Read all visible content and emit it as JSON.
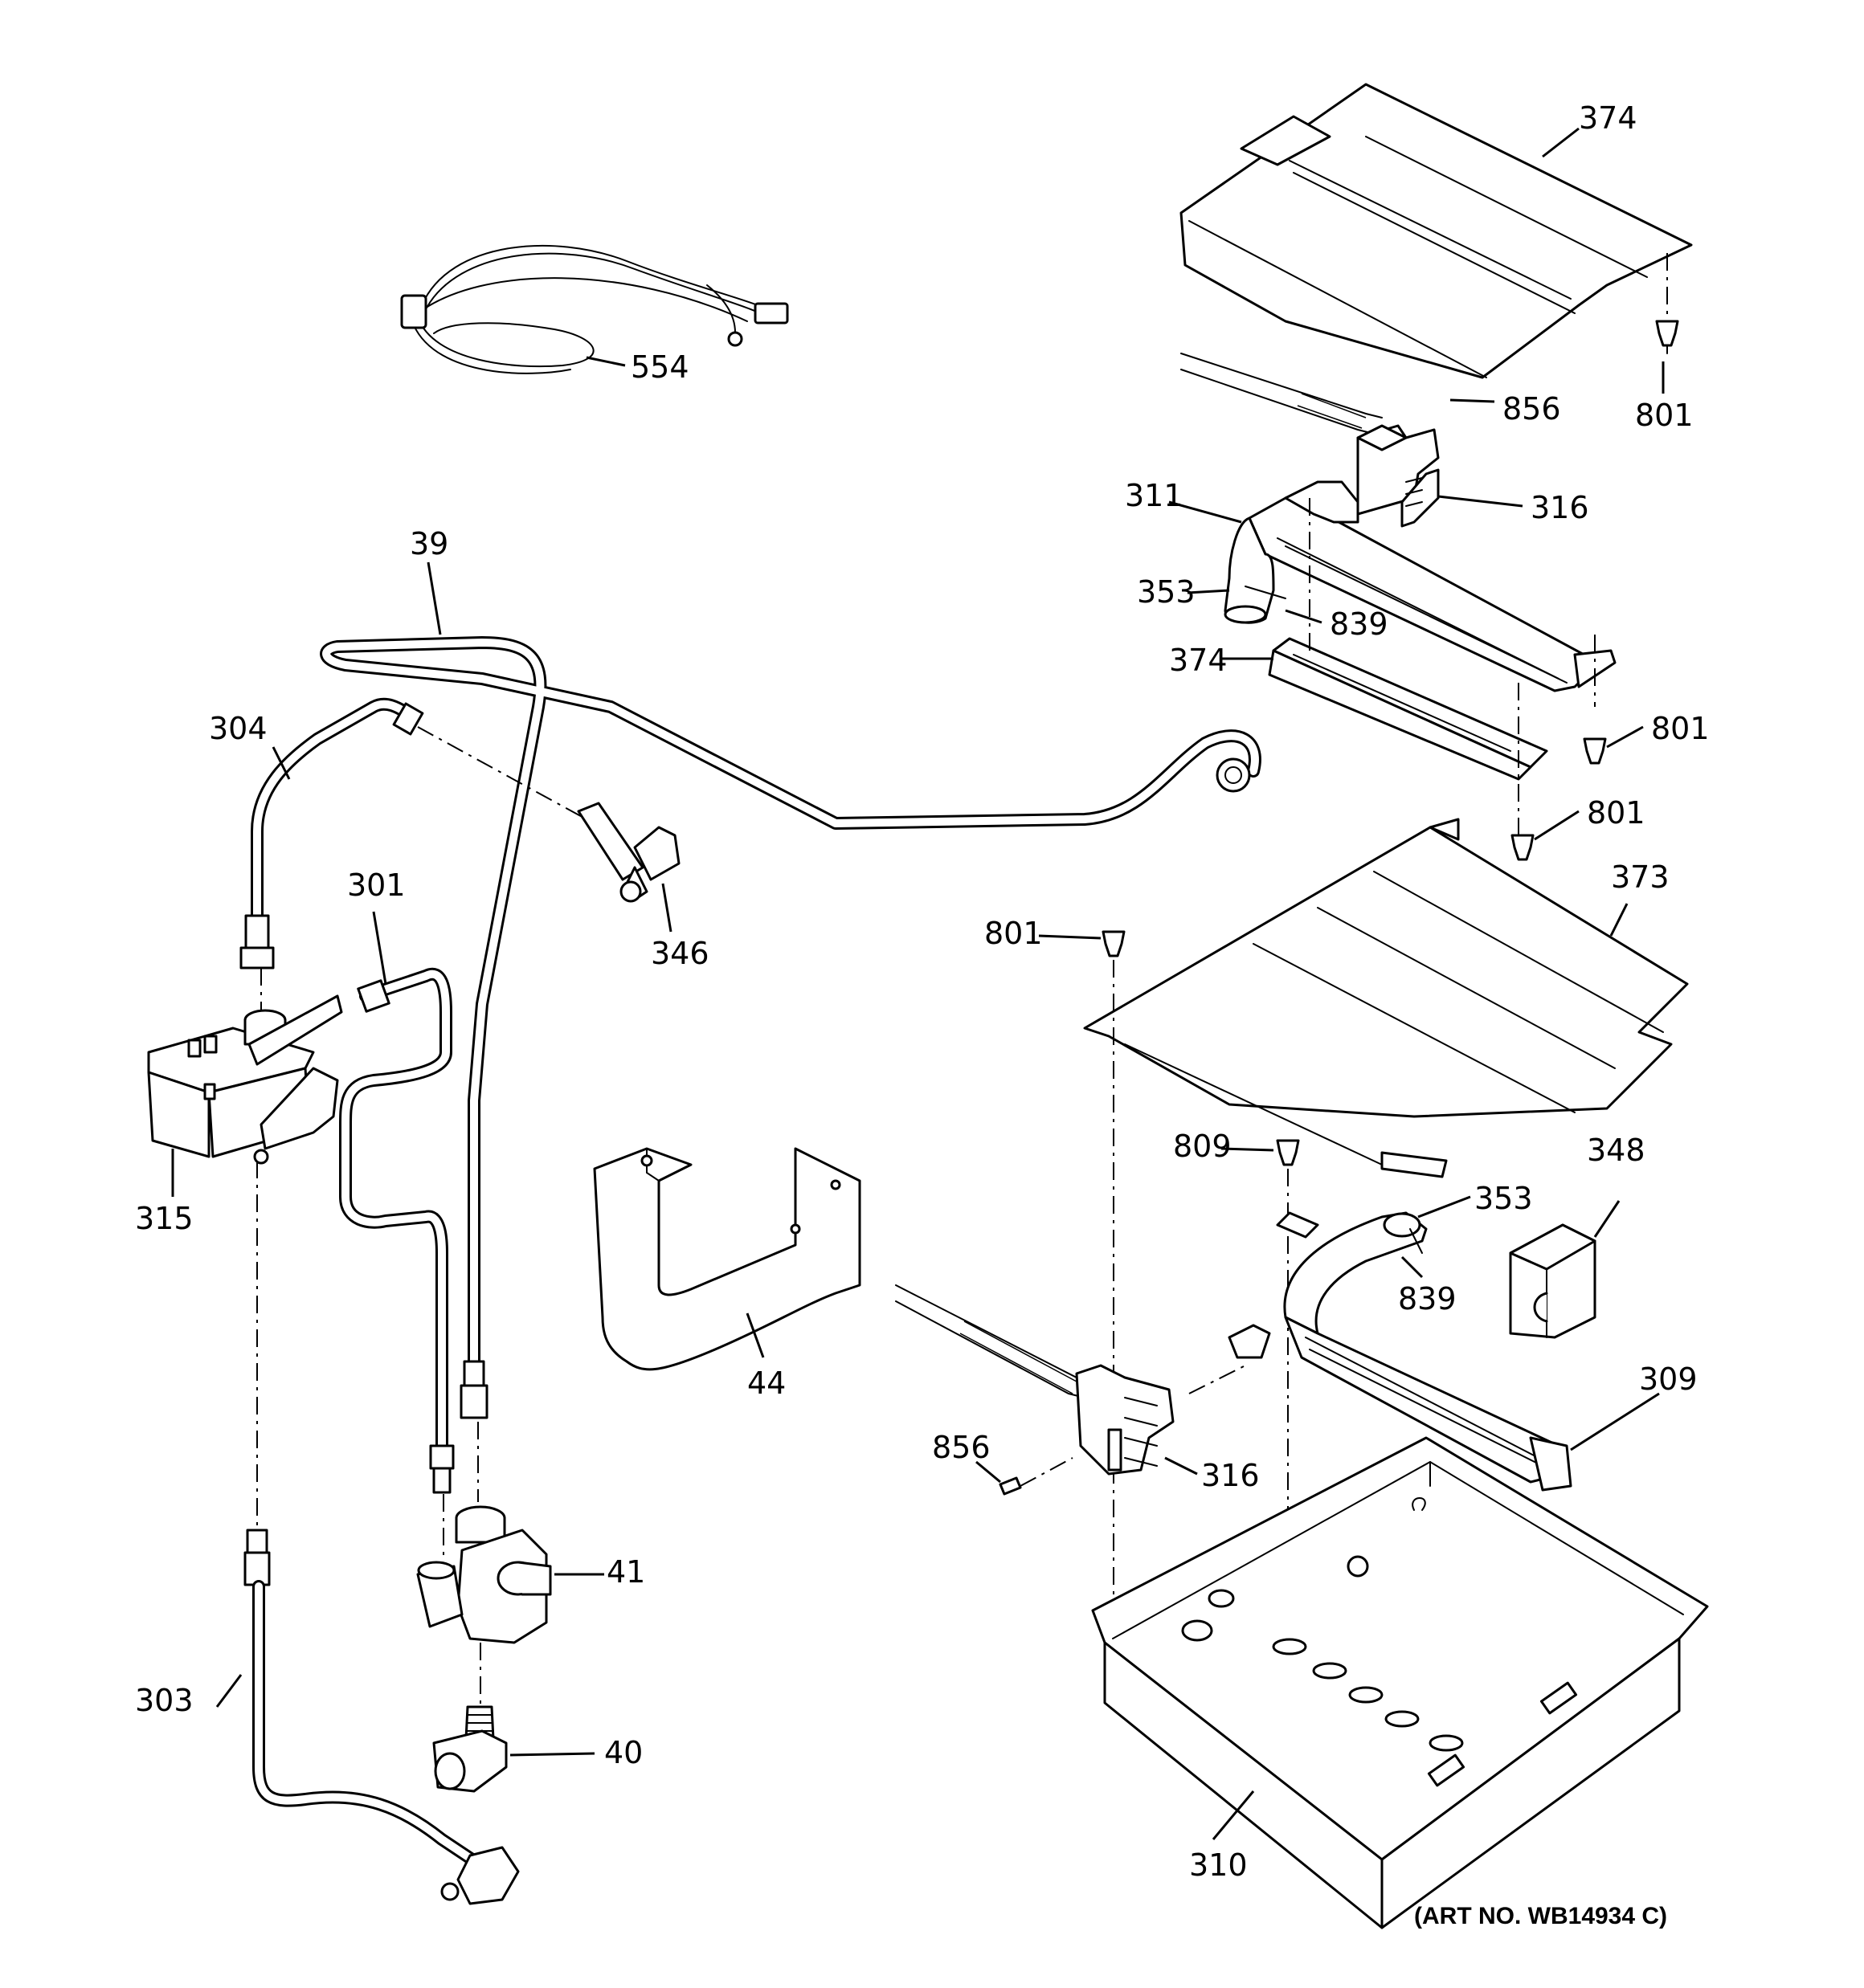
{
  "art_number": "(ART NO. WB14934 C)",
  "callouts": {
    "c374_top": "374",
    "c801_top": "801",
    "c856_top": "856",
    "c554": "554",
    "c316_top": "316",
    "c311": "311",
    "c353_top": "353",
    "c839_top": "839",
    "c374_mid": "374",
    "c39": "39",
    "c304": "304",
    "c801_right": "801",
    "c801_mid": "801",
    "c346": "346",
    "c301": "301",
    "c373": "373",
    "c801_left": "801",
    "c315": "315",
    "c809": "809",
    "c348": "348",
    "c353_low": "353",
    "c839_low": "839",
    "c44": "44",
    "c309": "309",
    "c856_low": "856",
    "c316_low": "316",
    "c41": "41",
    "c303": "303",
    "c40": "40",
    "c310": "310"
  }
}
